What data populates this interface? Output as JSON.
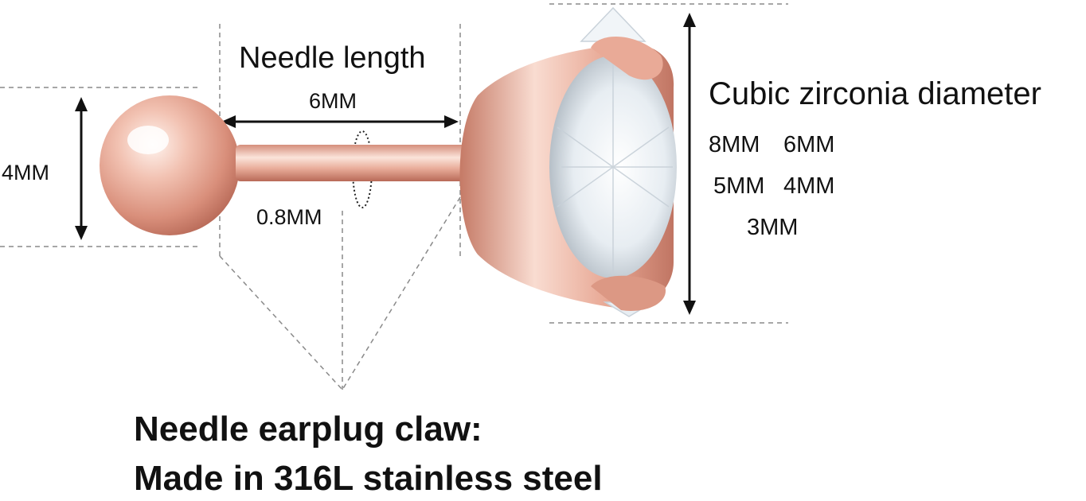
{
  "labels": {
    "needle_length_title": "Needle length",
    "needle_length_value": "6MM",
    "ball_diameter": "4MM",
    "needle_thickness": "0.8MM",
    "cz_title": "Cubic zirconia diameter",
    "cz_sizes": [
      "8MM",
      "6MM",
      "5MM",
      "4MM",
      "3MM"
    ]
  },
  "caption": {
    "line1": "Needle earplug claw:",
    "line2": "Made in 316L stainless steel"
  },
  "colors": {
    "rose_gold_light": "#f7d0c4",
    "rose_gold_mid": "#e2a08e",
    "rose_gold_dark": "#b86a58",
    "crystal": "#eef3f7",
    "guide_line": "#8a8a8a",
    "text": "#111111"
  }
}
